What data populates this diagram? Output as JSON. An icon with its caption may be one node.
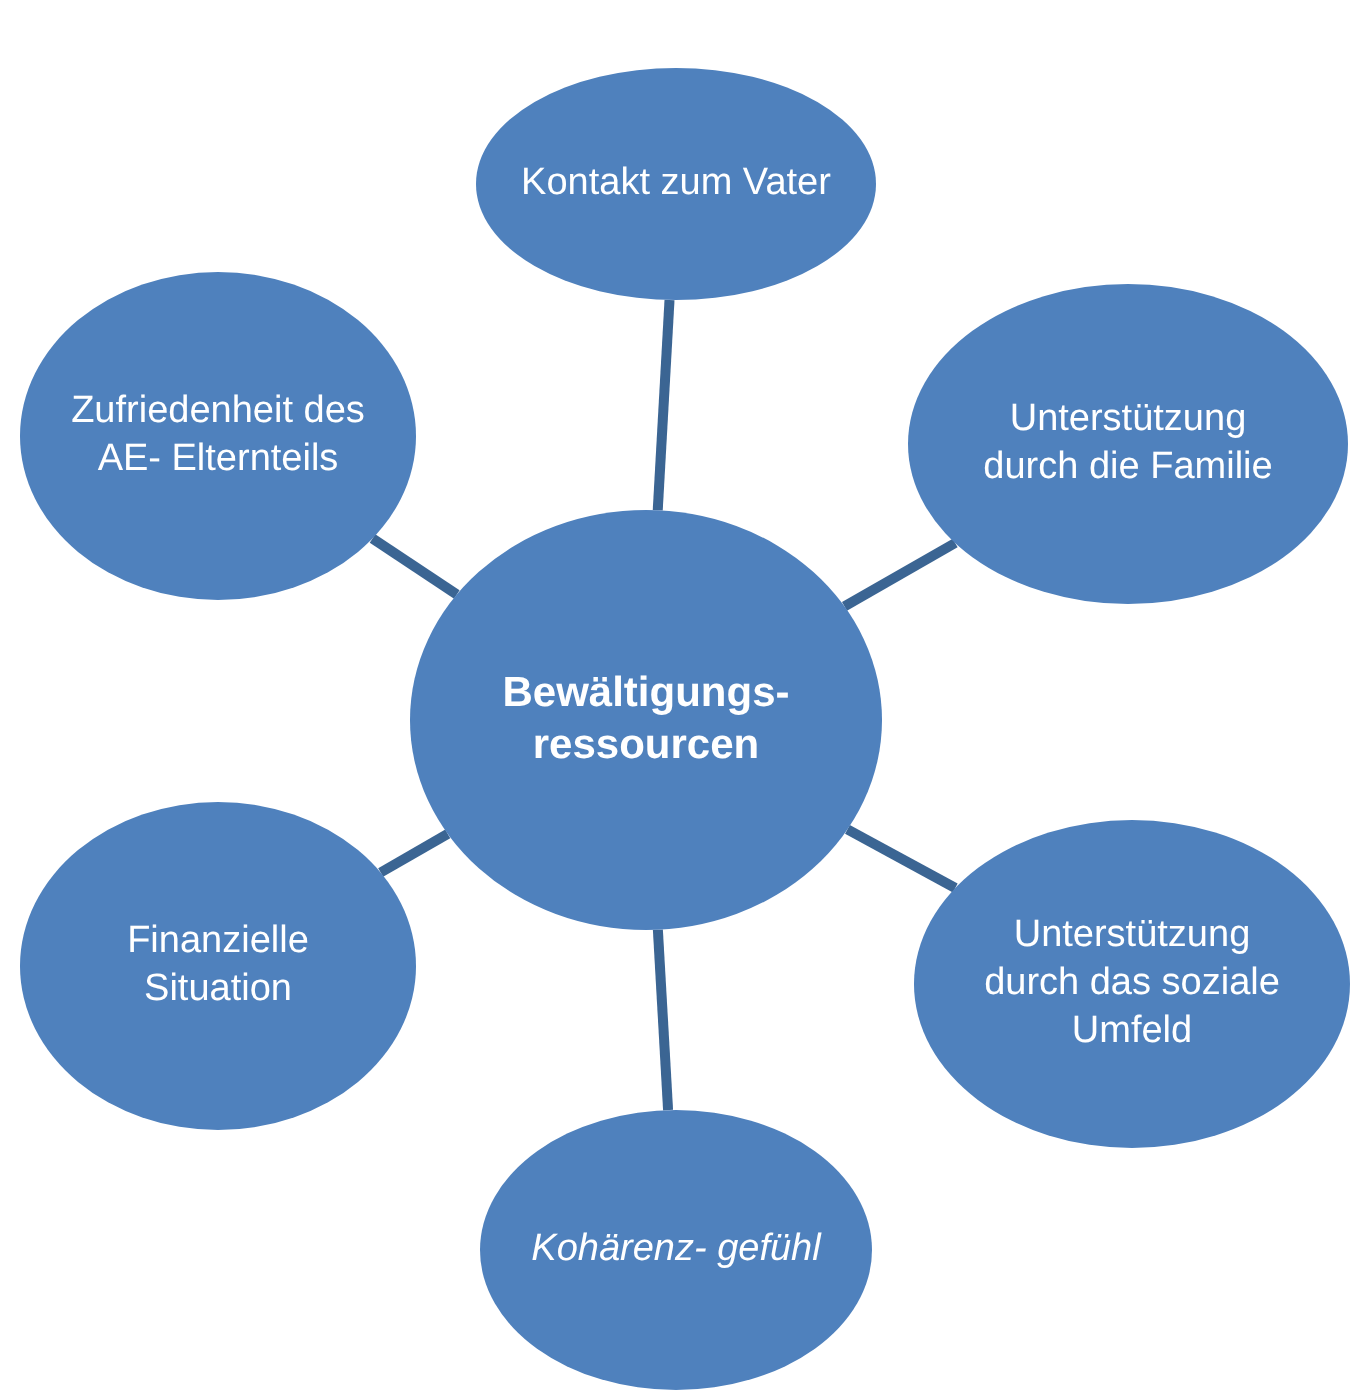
{
  "diagram": {
    "nodes": [
      {
        "text": [
          "Bewältigungs- ressourcen"
        ]
      },
      {
        "text": [
          "Kontakt zum Vater"
        ]
      },
      {
        "text": [
          "Zufriedenheit des AE- Elternteils"
        ]
      },
      {
        "text": [
          "Unterstützung durch die Familie"
        ]
      },
      {
        "text": [
          "Finanzielle Situation"
        ]
      },
      {
        "text": [
          "Unterstützung durch das soziale Umfeld"
        ]
      },
      {
        "text": [
          "*Kohärenz- gefühl*"
        ]
      }
    ],
    "edges": [
      {
        "from": 0,
        "to": 1,
        "arrow": "none"
      },
      {
        "from": 0,
        "to": 2,
        "arrow": "none"
      },
      {
        "from": 0,
        "to": 3,
        "arrow": "none"
      },
      {
        "from": 0,
        "to": 4,
        "arrow": "none"
      },
      {
        "from": 0,
        "to": 5,
        "arrow": "none"
      },
      {
        "from": 0,
        "to": 6,
        "arrow": "none"
      }
    ]
  }
}
